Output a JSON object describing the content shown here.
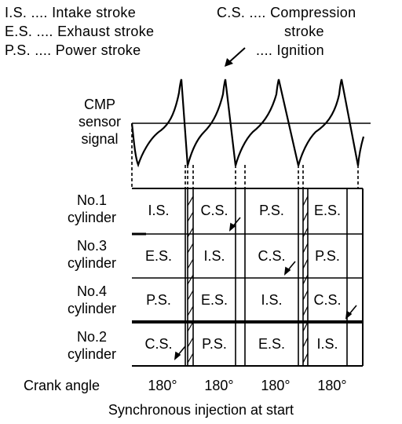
{
  "legend": {
    "is_code": "I.S.",
    "is_label": "Intake stroke",
    "es_code": "E.S.",
    "es_label": "Exhaust stroke",
    "ps_code": "P.S.",
    "ps_label": "Power stroke",
    "cs_code": "C.S.",
    "cs_label_1": "Compression",
    "cs_label_2": "stroke",
    "dots": "....",
    "ignition_label": "Ignition",
    "ignition_icon": "ignition-arrow-icon"
  },
  "sensor": {
    "line1": "CMP",
    "line2": "sensor",
    "line3": "signal"
  },
  "cylinders": [
    {
      "line1": "No.1",
      "line2": "cylinder",
      "strokes": [
        "I.S.",
        "C.S.",
        "P.S.",
        "E.S."
      ],
      "ignition_col": 1
    },
    {
      "line1": "No.3",
      "line2": "cylinder",
      "strokes": [
        "E.S.",
        "I.S.",
        "C.S.",
        "P.S."
      ],
      "ignition_col": 2
    },
    {
      "line1": "No.4",
      "line2": "cylinder",
      "strokes": [
        "P.S.",
        "E.S.",
        "I.S.",
        "C.S."
      ],
      "ignition_col": 3
    },
    {
      "line1": "No.2",
      "line2": "cylinder",
      "strokes": [
        "C.S.",
        "P.S.",
        "E.S.",
        "I.S."
      ],
      "ignition_col": 0
    }
  ],
  "crank": {
    "label": "Crank angle",
    "angles": [
      "180°",
      "180°",
      "180°",
      "180°"
    ]
  },
  "caption": "Synchronous injection at start"
}
